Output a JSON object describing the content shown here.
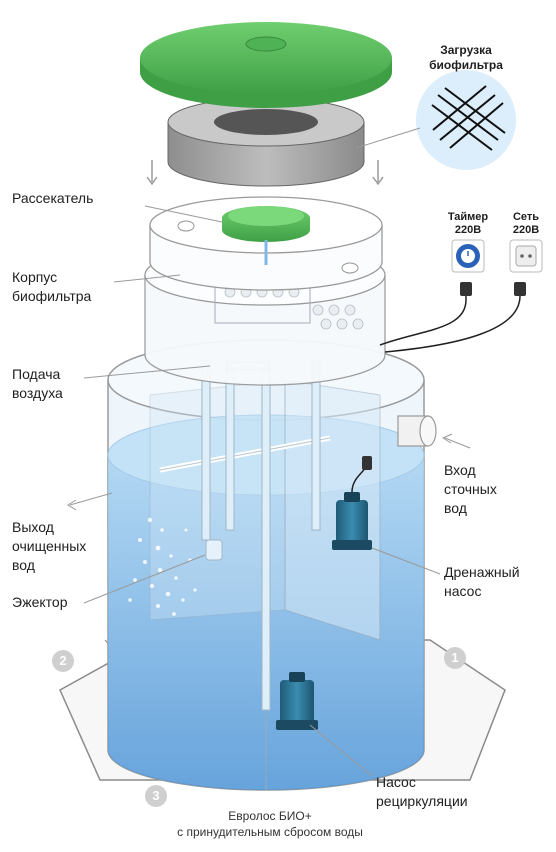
{
  "labels": {
    "loading_title": "Загрузка\nбиофильтра",
    "splitter": "Рассекатель",
    "biofilter_body": "Корпус\nбиофильтра",
    "air_supply": "Подача\nвоздуха",
    "outlet": "Выход\nочищенных\nвод",
    "ejector": "Эжектор",
    "inlet": "Вход\nсточных\nвод",
    "drain_pump": "Дренажный\nнасос",
    "recirc_pump": "Насос\nрециркуляции",
    "timer": "Таймер\n220В",
    "mains": "Сеть\n220В"
  },
  "chamber_numbers": [
    "1",
    "2",
    "3"
  ],
  "caption": "Евролос БИО+\nс принудительным сбросом воды",
  "colors": {
    "lid_green": "#5cb85c",
    "water_blue": "#7fb8e6",
    "tank_outline": "#9a9a9a",
    "pump_teal": "#2b6f8e",
    "badge_grey": "#cfcfcf",
    "timer_blue": "#2a62b8"
  }
}
